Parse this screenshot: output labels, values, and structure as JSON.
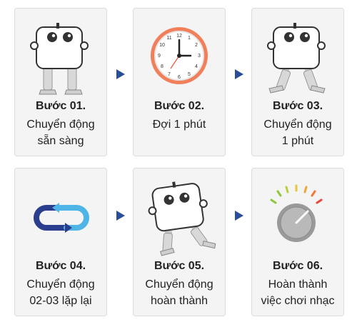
{
  "steps": [
    {
      "title": "Bước 01.",
      "lines": [
        "Chuyển động",
        "sẵn sàng"
      ]
    },
    {
      "title": "Bước 02.",
      "lines": [
        "Đợi 1 phút"
      ]
    },
    {
      "title": "Bước 03.",
      "lines": [
        "Chuyển động",
        "1 phút"
      ]
    },
    {
      "title": "Bước 04.",
      "lines": [
        "Chuyển động",
        "02-03 lặp lại"
      ]
    },
    {
      "title": "Bước 05.",
      "lines": [
        "Chuyển động",
        "hoàn thành"
      ]
    },
    {
      "title": "Bước 06.",
      "lines": [
        "Hoàn thành",
        "việc chơi nhạc"
      ]
    }
  ],
  "icons": [
    "robot-standing-icon",
    "wall-clock-icon",
    "robot-walking-icon",
    "repeat-loop-icon",
    "robot-tilted-icon",
    "volume-knob-icon"
  ],
  "colors": {
    "card_bg": "#f4f4f4",
    "card_border": "#dcdcdc",
    "arrow": "#2a4f9a",
    "clock_rim": "#f07f5a",
    "loop_dark": "#2a3d8f",
    "loop_light": "#4fb5e6"
  }
}
